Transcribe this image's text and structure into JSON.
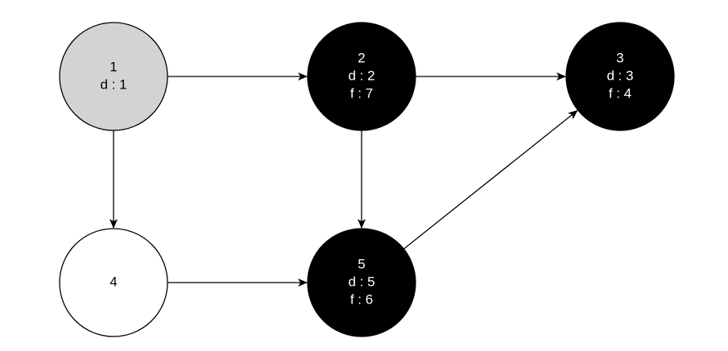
{
  "colors": {
    "background": "#ffffff",
    "edge": "#000000",
    "outline": "#000000",
    "discovered_fill": "#d3d3d3",
    "finished_fill": "#000000",
    "unvisited_fill": "#ffffff",
    "light_text": "#ffffff",
    "dark_text": "#000000"
  },
  "nodes": [
    {
      "id": "1",
      "state": "discovered",
      "lines": [
        "1",
        "d : 1"
      ]
    },
    {
      "id": "2",
      "state": "finished",
      "lines": [
        "2",
        "d : 2",
        "f : 7"
      ]
    },
    {
      "id": "3",
      "state": "finished",
      "lines": [
        "3",
        "d : 3",
        "f : 4"
      ]
    },
    {
      "id": "4",
      "state": "unvisited",
      "lines": [
        "4"
      ]
    },
    {
      "id": "5",
      "state": "finished",
      "lines": [
        "5",
        "d : 5",
        "f : 6"
      ]
    }
  ],
  "edges": [
    {
      "from": "1",
      "to": "2"
    },
    {
      "from": "1",
      "to": "4"
    },
    {
      "from": "2",
      "to": "3"
    },
    {
      "from": "2",
      "to": "5"
    },
    {
      "from": "4",
      "to": "5"
    },
    {
      "from": "5",
      "to": "3"
    }
  ]
}
